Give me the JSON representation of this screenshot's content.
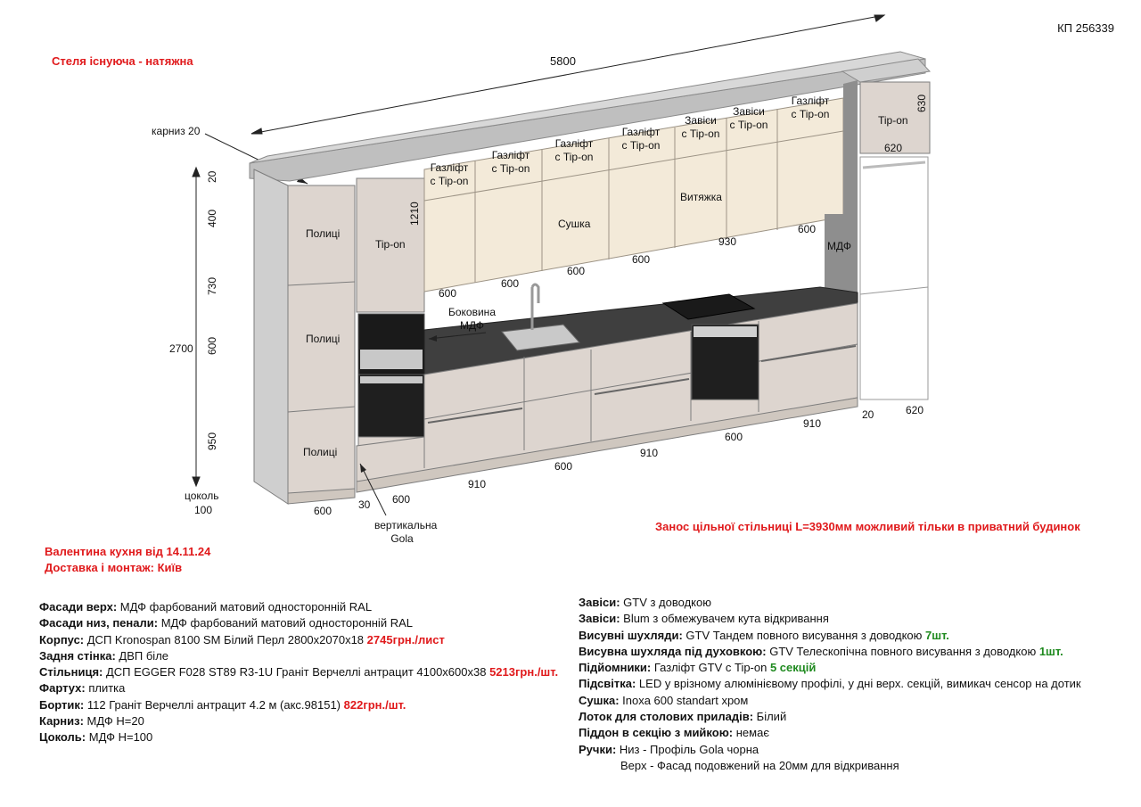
{
  "project_code": "КП 256339",
  "ceiling_note": "Стеля існуюча - натяжна",
  "client_line": "Валентина кухня від 14.11.24",
  "delivery_line": "Доставка і монтаж: Київ",
  "countertop_note": "Занос цільної стільниці L=3930мм можливий тільки в приватний будинок",
  "drawing": {
    "total_width": "5800",
    "cornice_label": "карниз 20",
    "plinth_label": "цоколь",
    "plinth_value": "100",
    "height_total": "2700",
    "heights": [
      "20",
      "400",
      "730",
      "600",
      "950"
    ],
    "upper_height": "1210",
    "fridge_top_width": "630",
    "fridge_top_depth": "620",
    "fridge_gap": "20",
    "fridge_width": "620",
    "labels": {
      "shelves_1": "Полиці",
      "shelves_2": "Полиці",
      "shelves_3": "Полиці",
      "tipon_tall": "Tip-on",
      "tipon_fridge": "Tip-on",
      "mdf_side": "Боковина\nМДФ",
      "mdf_right": "МДФ",
      "gola_vertical": "вертикальна\nGola",
      "dryer": "Сушка",
      "hood": "Витяжка",
      "gas1": "Газліфт\nс Tip-on",
      "gas2": "Газліфт\nс Tip-on",
      "gas3": "Газліфт\nс Tip-on",
      "gas4": "Газліфт\nс Tip-on",
      "gas5": "Газліфт\nс Tip-on",
      "hinge1": "Завіси\nс Tip-on",
      "hinge2": "Завіси\nс Tip-on"
    },
    "upper_widths": [
      "600",
      "600",
      "600",
      "600",
      "930",
      "600"
    ],
    "lower_widths": [
      "600",
      "30",
      "600",
      "910",
      "600",
      "910",
      "600",
      "910"
    ]
  },
  "specs_left": [
    {
      "key": "Фасади верх:",
      "value": " МДФ фарбований матовий односторонній RAL",
      "extra": "",
      "extra_kind": ""
    },
    {
      "key": "Фасади низ, пенали:",
      "value": " МДФ фарбований матовий односторонній RAL",
      "extra": "",
      "extra_kind": ""
    },
    {
      "key": "Корпус:",
      "value": " ДСП Kronospan 8100 SM Білий Перл 2800х2070х18 ",
      "extra": "2745грн./лист",
      "extra_kind": "red"
    },
    {
      "key": "Задня стінка:",
      "value": " ДВП біле",
      "extra": "",
      "extra_kind": ""
    },
    {
      "key": "Стільниця:",
      "value": " ДСП EGGER F028 ST89 R3-1U Граніт Верчеллі антрацит 4100х600х38 ",
      "extra": "5213грн./шт.",
      "extra_kind": "red"
    },
    {
      "key": "Фартух:",
      "value": " плитка",
      "extra": "",
      "extra_kind": ""
    },
    {
      "key": "Бортик:",
      "value": " 112 Граніт Верчеллі антрацит 4.2 м (акс.98151) ",
      "extra": "822грн./шт.",
      "extra_kind": "red"
    },
    {
      "key": "Карниз:",
      "value": " МДФ Н=20",
      "extra": "",
      "extra_kind": ""
    },
    {
      "key": "Цоколь:",
      "value": " МДФ Н=100",
      "extra": "",
      "extra_kind": ""
    }
  ],
  "specs_right": [
    {
      "key": "Завіси:",
      "value": " GTV з доводкою",
      "extra": "",
      "extra_kind": ""
    },
    {
      "key": "Завіси:",
      "value": " Blum з обмежувачем кута відкривання",
      "extra": "",
      "extra_kind": ""
    },
    {
      "key": "Висувні шухляди:",
      "value": " GTV Тандем повного висування з доводкою ",
      "extra": "7шт.",
      "extra_kind": "green"
    },
    {
      "key": "Висувна шухляда під духовкою:",
      "value": " GTV Телескопічна повного висування з доводкою ",
      "extra": "1шт.",
      "extra_kind": "green"
    },
    {
      "key": "Підйомники:",
      "value": " Газліфт GTV с Tip-on ",
      "extra": "5 секцій",
      "extra_kind": "green"
    },
    {
      "key": "Підсвітка:",
      "value": " LED у врізному алюмінієвому профілі, у дні верх. секцій, вимикач сенсор на дотик",
      "extra": "",
      "extra_kind": ""
    },
    {
      "key": "Сушка:",
      "value": " Inoxa 600 standart хром",
      "extra": "",
      "extra_kind": ""
    },
    {
      "key": "Лоток для столових приладів:",
      "value": " Білий",
      "extra": "",
      "extra_kind": ""
    },
    {
      "key": "Піддон в секцію з мийкою:",
      "value": " немає",
      "extra": "",
      "extra_kind": ""
    },
    {
      "key": "Ручки:",
      "value": " Низ - Профіль Gola чорна",
      "extra": "",
      "extra_kind": ""
    }
  ],
  "handles_line2": "Верх - Фасад подовжений на 20мм для відкривання",
  "colors": {
    "accent_red": "#e0191b",
    "accent_green": "#1f8a1f",
    "front_lower": "#ddd5cf",
    "front_upper": "#f3ead9",
    "countertop": "#3f3f3f",
    "wall_gray": "#8e8e8e"
  }
}
